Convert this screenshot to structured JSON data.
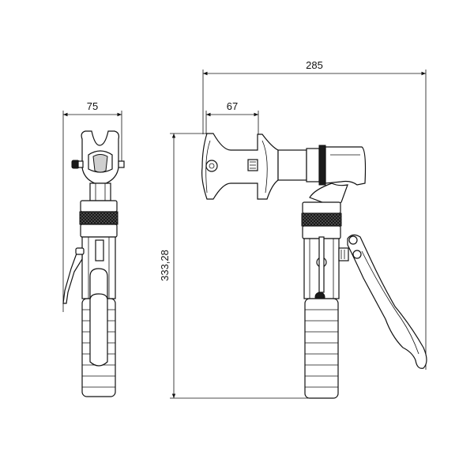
{
  "dimensions": {
    "side_width": "75",
    "total_length": "285",
    "head_width": "67",
    "total_height": "333,28"
  },
  "colors": {
    "line": "#111111",
    "background": "#ffffff",
    "knurl": "#1a1a1a"
  }
}
